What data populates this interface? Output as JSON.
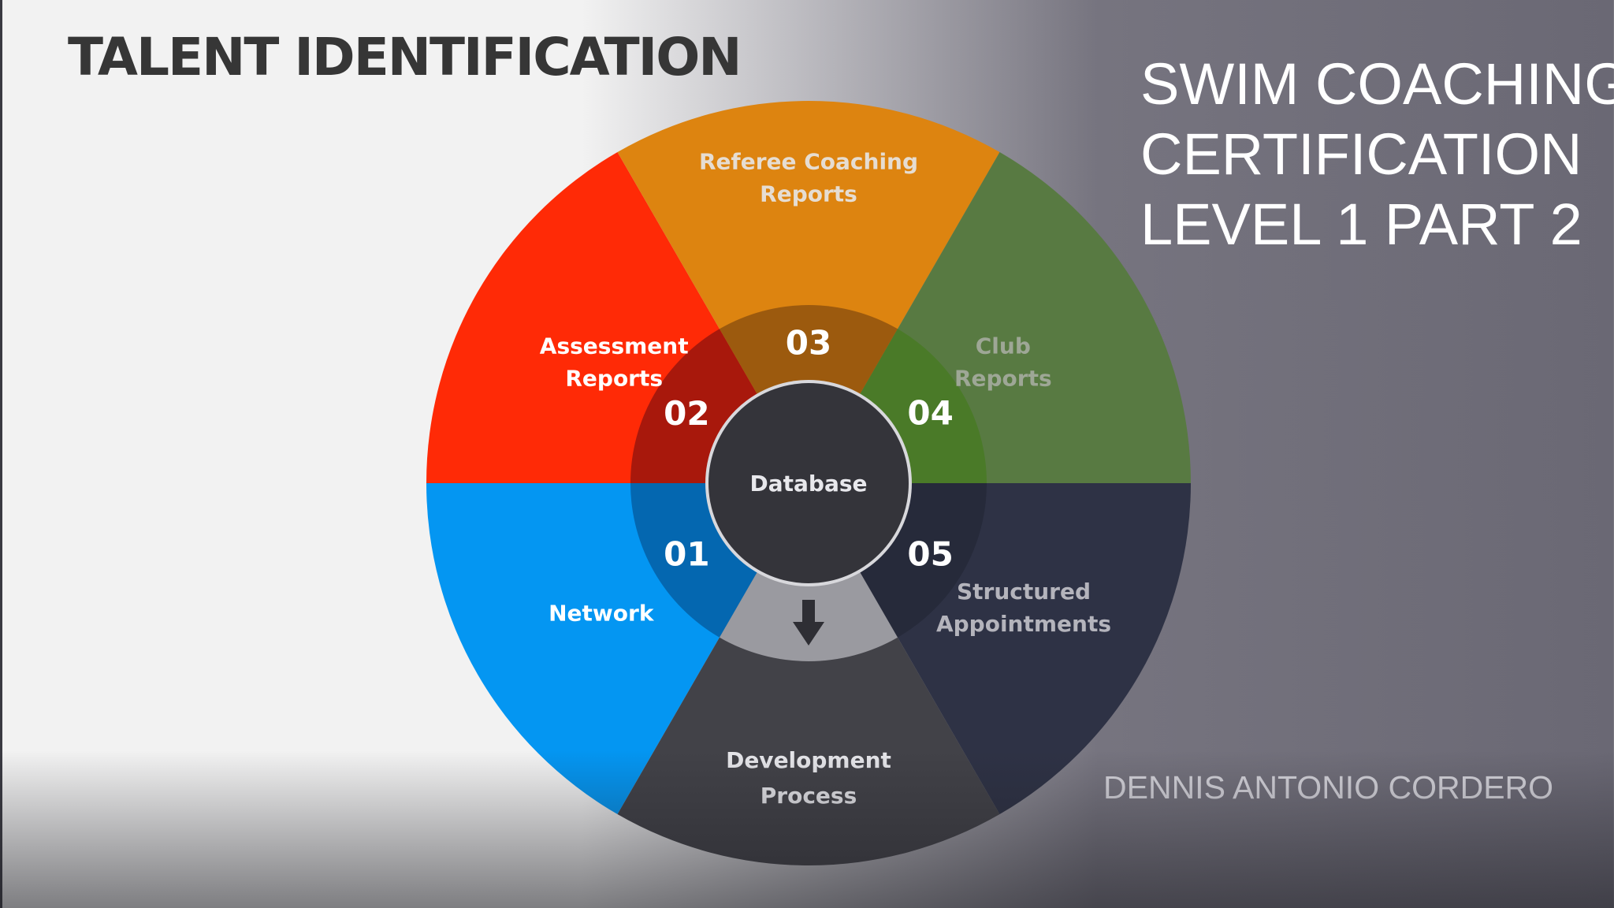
{
  "slide": {
    "title": "TALENT IDENTIFICATION",
    "course_title_lines": [
      "SWIM COACHING",
      "CERTIFICATION",
      "LEVEL 1 PART 2"
    ],
    "author": "DENNIS ANTONIO CORDERO"
  },
  "diagram": {
    "hub": {
      "label": "Database",
      "color": "#34343a"
    },
    "arrow": {
      "icon": "arrow-down-icon",
      "band_color": "#9a9aa0"
    },
    "segments": [
      {
        "id": "network",
        "number": "01",
        "lines": [
          "Network"
        ],
        "color": "#0496f2",
        "inner_color": "#0467b0",
        "text_color": "#ffffff"
      },
      {
        "id": "assessment-reports",
        "number": "02",
        "lines": [
          "Assessment",
          "Reports"
        ],
        "color": "#ff2a06",
        "inner_color": "#a8180c",
        "text_color": "#ffffff"
      },
      {
        "id": "referee-coaching-reports",
        "number": "03",
        "lines": [
          "Referee Coaching",
          "Reports"
        ],
        "color": "#dd8410",
        "inner_color": "#9c5a0e",
        "text_color": "#e6ddd2"
      },
      {
        "id": "club-reports",
        "number": "04",
        "lines": [
          "Club",
          "Reports"
        ],
        "color": "#587a42",
        "inner_color": "#4a7a28",
        "text_color": "#9ea796"
      },
      {
        "id": "structured-appointments",
        "number": "05",
        "lines": [
          "Structured",
          "Appointments"
        ],
        "color": "#2e3245",
        "inner_color": "#262a3a",
        "text_color": "#b4b4bc"
      },
      {
        "id": "development-process",
        "number": "",
        "lines": [
          "Development",
          "Process"
        ],
        "color": "#424248",
        "inner_color": "#424248",
        "text_color": "#e6e6ea"
      }
    ]
  }
}
